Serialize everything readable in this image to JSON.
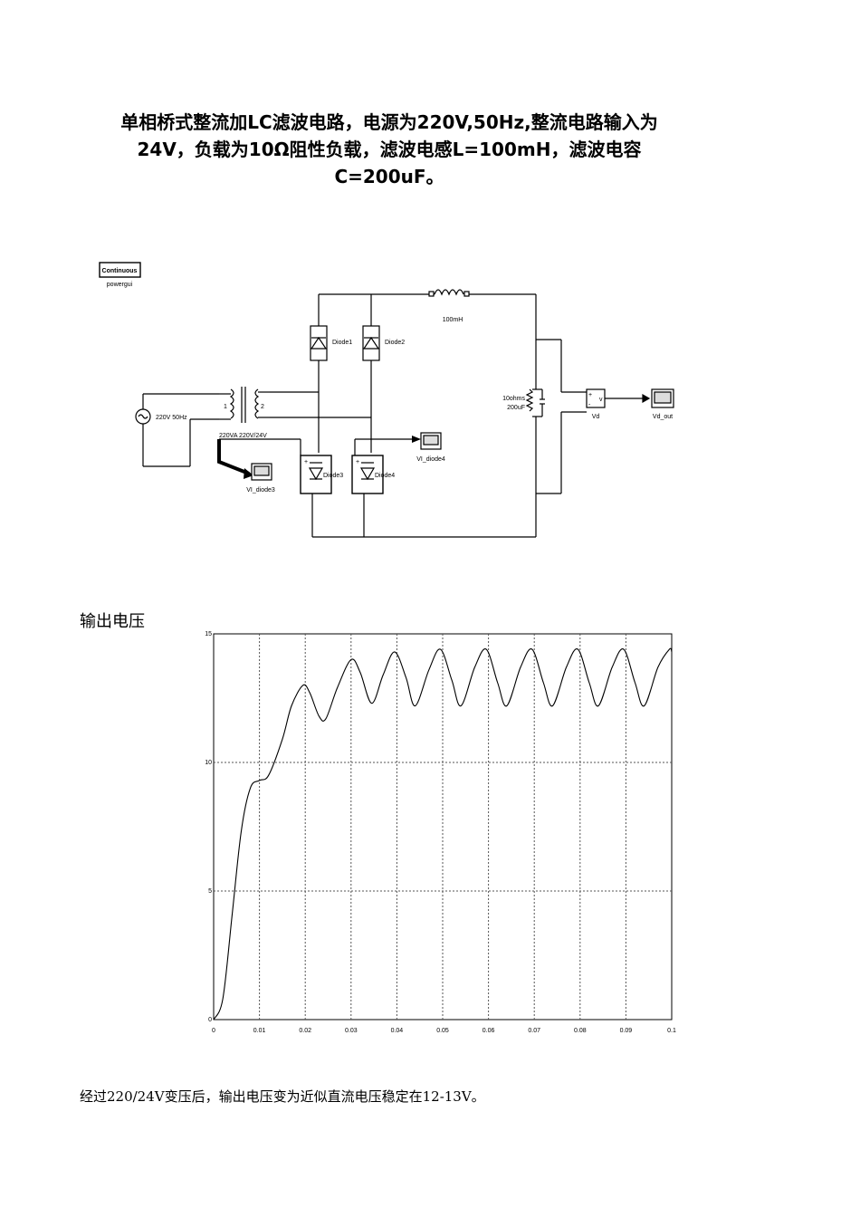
{
  "title_lines": [
    "单相桥式整流加LC滤波电路，电源为220V,50Hz,整流电路输入为",
    "24V，负载为10Ω阻性负载，滤波电感L=100mH，滤波电容",
    "C=200uF。"
  ],
  "circuit": {
    "powergui_label": "Continuous",
    "powergui_sub": "powergui",
    "source_label": "220V 50Hz",
    "transformer_label": "220VA 220V/24V",
    "transformer_port1": "1",
    "transformer_port2": "2",
    "inductor_label": "100mH",
    "load_label1": "10ohms",
    "load_label2": "200uF",
    "diode1": "Diode1",
    "diode2": "Diode2",
    "diode3": "Diode3",
    "diode4": "Diode4",
    "scope_diode3": "VI_diode3",
    "scope_diode4": "VI_diode4",
    "vd_label": "Vd",
    "vd_scope": "Vd_out",
    "plus": "+",
    "minus": "-",
    "v": "v"
  },
  "section_label": "输出电压",
  "chart_data": {
    "type": "line",
    "x_ticks": [
      "0",
      "0.01",
      "0.02",
      "0.03",
      "0.04",
      "0.05",
      "0.06",
      "0.07",
      "0.08",
      "0.09",
      "0.1"
    ],
    "y_ticks": [
      "0",
      "5",
      "10",
      "15"
    ],
    "xlim": [
      0,
      0.1
    ],
    "ylim": [
      0,
      15
    ],
    "grid": true,
    "series": [
      {
        "points": [
          [
            0,
            0
          ],
          [
            0.002,
            0.8
          ],
          [
            0.004,
            4.0
          ],
          [
            0.006,
            7.3
          ],
          [
            0.008,
            9.0
          ],
          [
            0.01,
            9.3
          ],
          [
            0.012,
            9.5
          ],
          [
            0.015,
            10.9
          ],
          [
            0.017,
            12.2
          ],
          [
            0.0195,
            13.0
          ],
          [
            0.021,
            12.7
          ],
          [
            0.023,
            11.8
          ],
          [
            0.0245,
            11.7
          ],
          [
            0.027,
            12.9
          ],
          [
            0.03,
            14.0
          ],
          [
            0.032,
            13.5
          ],
          [
            0.0345,
            12.3
          ],
          [
            0.037,
            13.4
          ],
          [
            0.0395,
            14.3
          ],
          [
            0.042,
            13.3
          ],
          [
            0.044,
            12.2
          ],
          [
            0.047,
            13.6
          ],
          [
            0.0495,
            14.4
          ],
          [
            0.052,
            13.2
          ],
          [
            0.054,
            12.2
          ],
          [
            0.057,
            13.7
          ],
          [
            0.0595,
            14.4
          ],
          [
            0.062,
            13.1
          ],
          [
            0.064,
            12.2
          ],
          [
            0.067,
            13.7
          ],
          [
            0.0695,
            14.4
          ],
          [
            0.072,
            13.1
          ],
          [
            0.074,
            12.2
          ],
          [
            0.077,
            13.7
          ],
          [
            0.0795,
            14.4
          ],
          [
            0.082,
            13.1
          ],
          [
            0.084,
            12.2
          ],
          [
            0.087,
            13.7
          ],
          [
            0.0895,
            14.4
          ],
          [
            0.092,
            13.1
          ],
          [
            0.094,
            12.2
          ],
          [
            0.097,
            13.7
          ],
          [
            0.0995,
            14.4
          ],
          [
            0.1,
            14.3
          ]
        ]
      }
    ]
  },
  "conclusion": "经过220/24V变压后，输出电压变为近似直流电压稳定在12-13V。"
}
